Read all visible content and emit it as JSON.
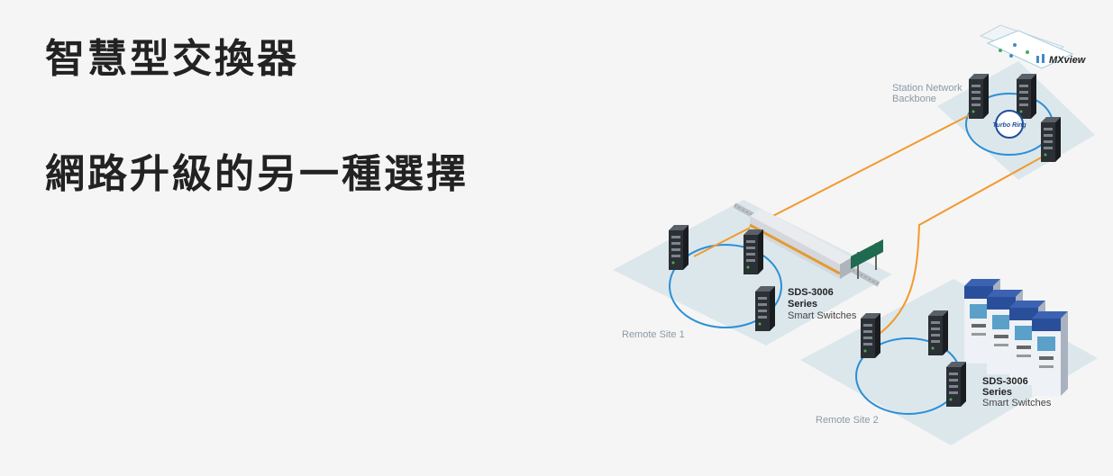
{
  "headline": {
    "line1": "智慧型交換器",
    "line2": "網路升級的另一種選擇"
  },
  "diagram": {
    "backbone_label_1": "Station Network",
    "backbone_label_2": "Backbone",
    "mxview_logo": "MXview",
    "turbo_ring_logo": "Turbo Ring",
    "site1": {
      "label": "Remote Site 1",
      "callout_model": "SDS-3006",
      "callout_series": "Series",
      "callout_type": "Smart Switches"
    },
    "site2": {
      "label": "Remote Site 2",
      "callout_model": "SDS-3006",
      "callout_series": "Series",
      "callout_type": "Smart Switches"
    },
    "colors": {
      "fiber": "#f29a2e",
      "ring": "#2b8fd6",
      "platform": "#dce7ec",
      "switch": "#2b3035",
      "ticket_machine": "#2a4f9a"
    }
  }
}
